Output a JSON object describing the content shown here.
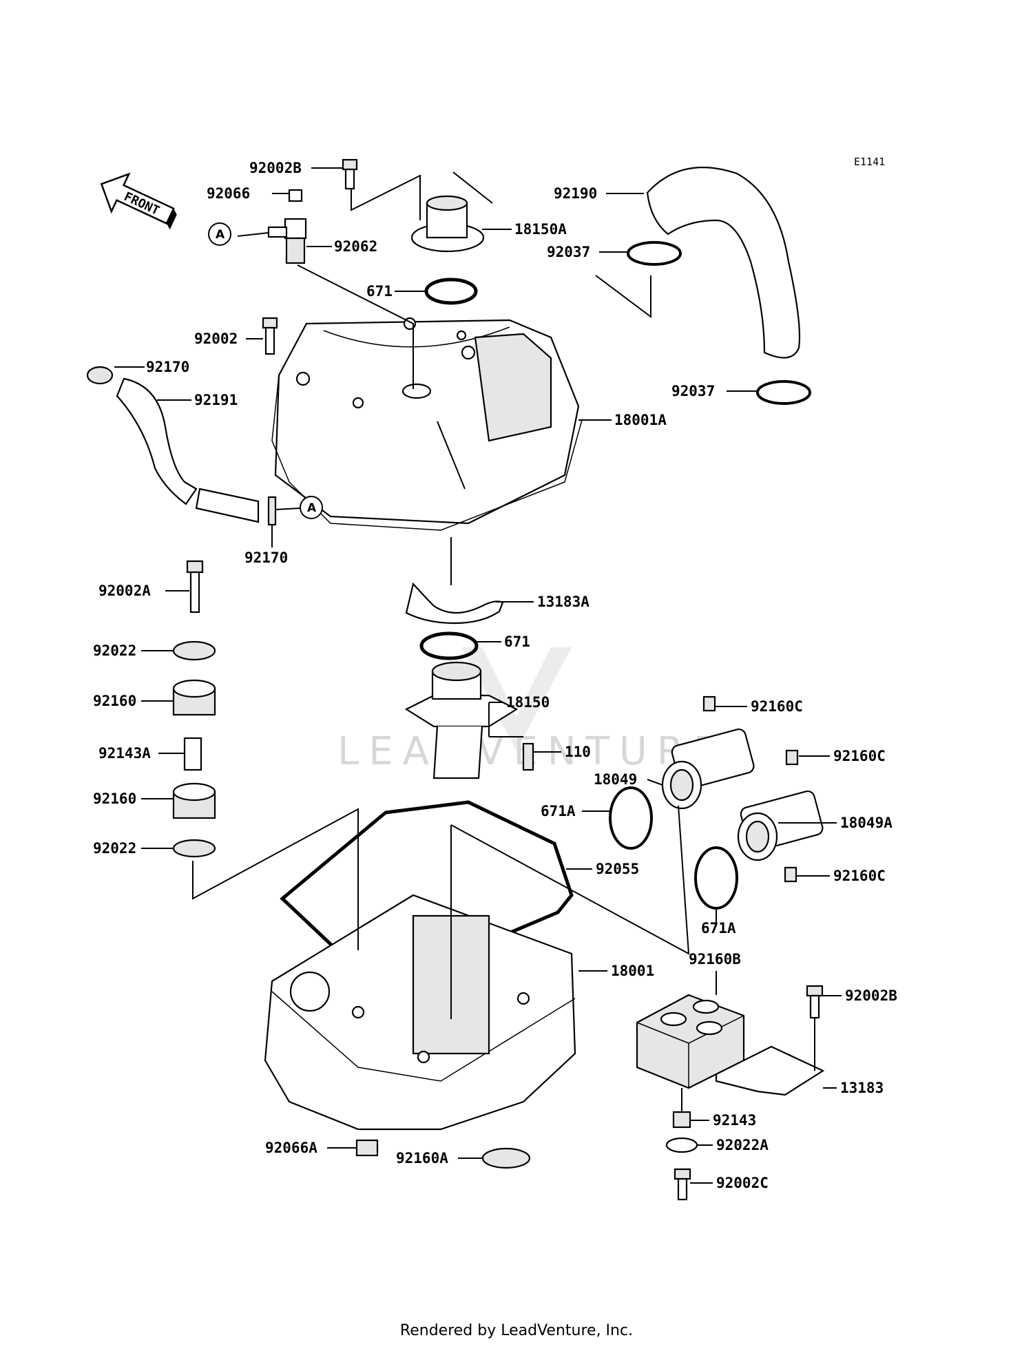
{
  "diagram_id": "E1141",
  "front_label": "FRONT",
  "ref_marker": "A",
  "watermark": "LEADVENTURE",
  "footer": "Rendered by LeadVenture, Inc.",
  "callouts": {
    "c92002B_top": "92002B",
    "c92066": "92066",
    "c92062": "92062",
    "c18150A": "18150A",
    "c92190": "92190",
    "c92037_top": "92037",
    "c671_top": "671",
    "c92002": "92002",
    "c92170_top": "92170",
    "c92191": "92191",
    "c92037_bot": "92037",
    "c18001A": "18001A",
    "c92170_bot": "92170",
    "c92002A": "92002A",
    "c13183A": "13183A",
    "c671_mid": "671",
    "c92022_top": "92022",
    "c92160_top": "92160",
    "c18150": "18150",
    "c92143A": "92143A",
    "c110": "110",
    "c92160C_1": "92160C",
    "c92160C_2": "92160C",
    "c18049": "18049",
    "c92160_bot": "92160",
    "c671A_left": "671A",
    "c18049A": "18049A",
    "c92022_bot": "92022",
    "c92055": "92055",
    "c92160C_3": "92160C",
    "c671A_bot": "671A",
    "c92160B": "92160B",
    "c18001": "18001",
    "c92002B_right": "92002B",
    "c13183": "13183",
    "c92143": "92143",
    "c92066A": "92066A",
    "c92160A": "92160A",
    "c92022A": "92022A",
    "c92002C": "92002C"
  }
}
